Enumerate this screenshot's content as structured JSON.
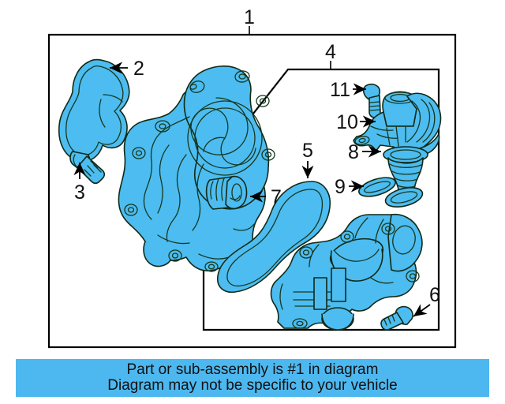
{
  "diagram": {
    "type": "automotive-parts-exploded-view",
    "subject": "Water pump and thermostat housing assembly",
    "fill_color": "#4dbcf0",
    "line_color": "#0f2a18",
    "banner_color": "#4db8f0",
    "background_color": "#ffffff",
    "boxes": [
      {
        "id": "outer-assembly-box",
        "label": "1"
      },
      {
        "id": "inner-assembly-box",
        "label": "4"
      }
    ],
    "callouts": [
      {
        "number": "1",
        "part": "water-pump-assembly",
        "arrow": "tick-down"
      },
      {
        "number": "2",
        "part": "water-pump-gasket",
        "arrow": "left"
      },
      {
        "number": "3",
        "part": "water-pump-bolt",
        "arrow": "up"
      },
      {
        "number": "4",
        "part": "thermostat-housing-assembly",
        "arrow": "tick-down"
      },
      {
        "number": "5",
        "part": "thermostat-housing-gasket",
        "arrow": "down"
      },
      {
        "number": "6",
        "part": "housing-bolt",
        "arrow": "diagonal-down-left"
      },
      {
        "number": "7",
        "part": "plug",
        "arrow": "left"
      },
      {
        "number": "8",
        "part": "thermostat",
        "arrow": "right"
      },
      {
        "number": "9",
        "part": "thermostat-seal",
        "arrow": "right"
      },
      {
        "number": "10",
        "part": "thermostat-housing",
        "arrow": "right"
      },
      {
        "number": "11",
        "part": "housing-bolt-small",
        "arrow": "right"
      }
    ]
  },
  "banner": {
    "line1": "Part or sub-assembly is #1 in diagram",
    "line2": "Diagram may not be specific to your vehicle"
  }
}
